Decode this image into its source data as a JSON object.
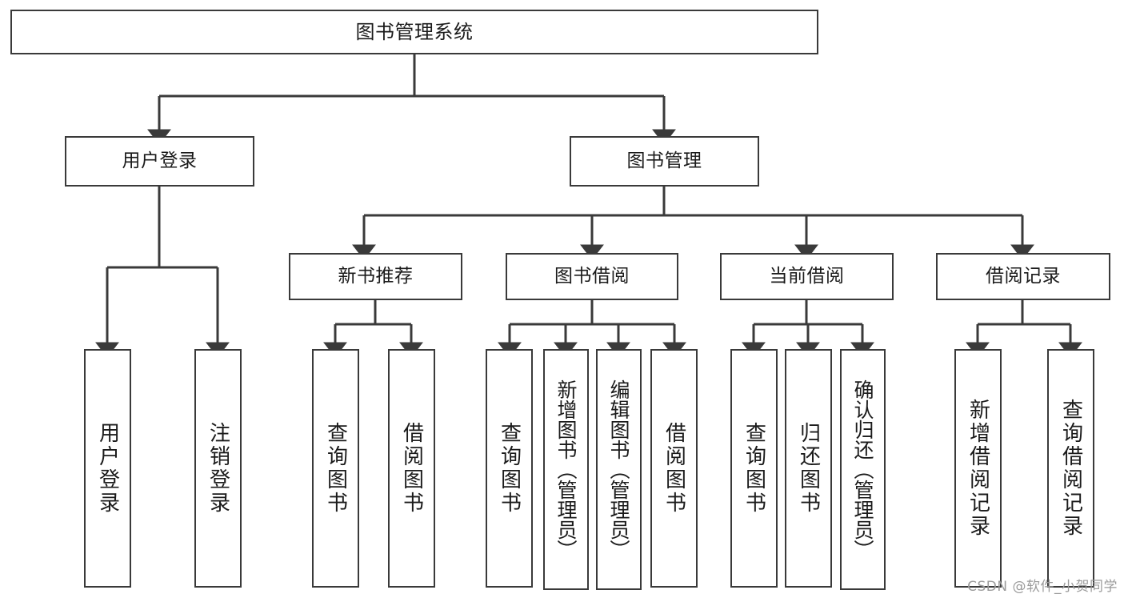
{
  "diagram": {
    "title": "图书管理系统",
    "type": "tree-hierarchy-chart",
    "stroke_color": "#3a3a3a",
    "background_color": "#ffffff",
    "text_color": "#1b1b1b"
  },
  "nodes": {
    "root": {
      "label": "图书管理系统"
    },
    "level2": [
      {
        "label": "用户登录"
      },
      {
        "label": "图书管理"
      }
    ],
    "level3": [
      {
        "label": "新书推荐"
      },
      {
        "label": "图书借阅"
      },
      {
        "label": "当前借阅"
      },
      {
        "label": "借阅记录"
      }
    ],
    "leaves_user_login": [
      {
        "label": "用户登录"
      },
      {
        "label": "注销登录"
      }
    ],
    "leaves_new_book": [
      {
        "label": "查询图书"
      },
      {
        "label": "借阅图书"
      }
    ],
    "leaves_borrow": [
      {
        "label": "查询图书"
      },
      {
        "label": "新增图书（管理员）"
      },
      {
        "label": "编辑图书（管理员）"
      },
      {
        "label": "借阅图书"
      }
    ],
    "leaves_current": [
      {
        "label": "查询图书"
      },
      {
        "label": "归还图书"
      },
      {
        "label": "确认归还（管理员）"
      }
    ],
    "leaves_record": [
      {
        "label": "新增借阅记录"
      },
      {
        "label": "查询借阅记录"
      }
    ]
  },
  "watermark": {
    "text": "CSDN @软件_小贺同学"
  }
}
